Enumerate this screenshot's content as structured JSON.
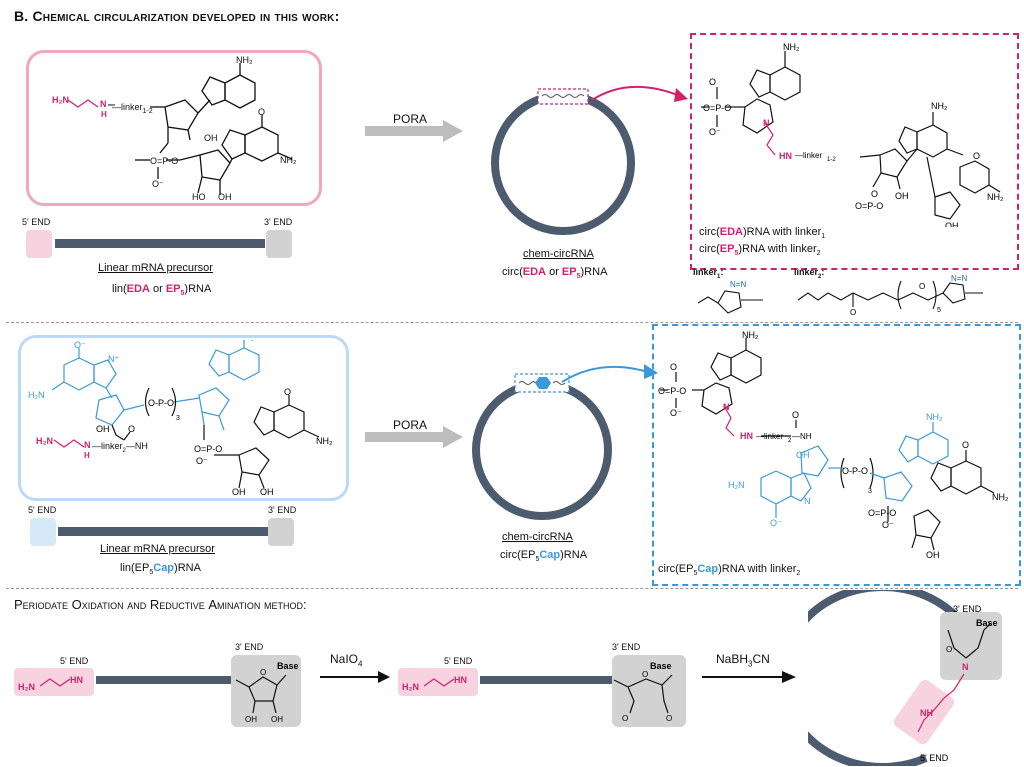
{
  "header": {
    "prefix": "B. ",
    "title": "Chemical circularization developed in this work:"
  },
  "top": {
    "linker_text": "linker",
    "linker_sub": "1-2",
    "linker2_text": "linker",
    "linker2_sub": "2",
    "arrow_label": "PORA",
    "five_end": "5' END",
    "three_end": "3' END",
    "linear_title": "Linear mRNA precursor",
    "lin_pre": "lin(",
    "lin_eda": "EDA",
    "lin_or": " or ",
    "lin_ep": "EP",
    "lin_ep_sub": "5",
    "lin_post": ")RNA",
    "chem_title": "chem-circRNA",
    "circ_pre": "circ(",
    "circ_eda": "EDA",
    "circ_or": " or ",
    "circ_ep": "EP",
    "circ_ep_sub": "5",
    "circ_post": ")RNA",
    "legend_line1_pre": "circ(",
    "legend_line1_mid": "EDA",
    "legend_line1_post": ")RNA with linker",
    "legend_line1_sub": "1",
    "legend_line2_pre": "circ(",
    "legend_line2_mid": "EP",
    "legend_line2_midsub": "5",
    "legend_line2_post": ")RNA with linker",
    "legend_line2_sub": "2",
    "linker1_name": "linker",
    "linker1_sub": "1",
    "linker2_name": "linker",
    "linker2_name_sub": "2"
  },
  "middle": {
    "arrow_label": "PORA",
    "five_end": "5' END",
    "three_end": "3' END",
    "linear_title": "Linear mRNA precursor",
    "lin_pre": "lin(EP",
    "lin_sub": "5",
    "lin_cap": "Cap",
    "lin_post": ")RNA",
    "chem_title": "chem-circRNA",
    "circ_pre": "circ(EP",
    "circ_sub": "5",
    "circ_cap": "Cap",
    "circ_post": ")RNA",
    "box_pre": "circ(EP",
    "box_sub": "5",
    "box_cap": "Cap",
    "box_post": ")RNA with linker",
    "box_post_sub": "2"
  },
  "bottom": {
    "title_parts": [
      "P",
      "eriodate ",
      "O",
      "xidation and ",
      "R",
      "eductive ",
      "A",
      "mination method:"
    ],
    "reagent1": "NaIO",
    "reagent1_sub": "4",
    "reagent2": "NaBH",
    "reagent2_sub": "3",
    "reagent2_post": "CN",
    "five_end": "5' END",
    "three_end": "3' END",
    "base": "Base"
  },
  "colors": {
    "magenta": "#d0216f",
    "blue": "#3a9ad9",
    "rna": "#4d5b6e",
    "pink_bg": "#f7d3df",
    "blue_bg": "#d6e9f8",
    "grey_bg": "#d2d2d2",
    "arrow_grey": "#bdbdbd"
  }
}
